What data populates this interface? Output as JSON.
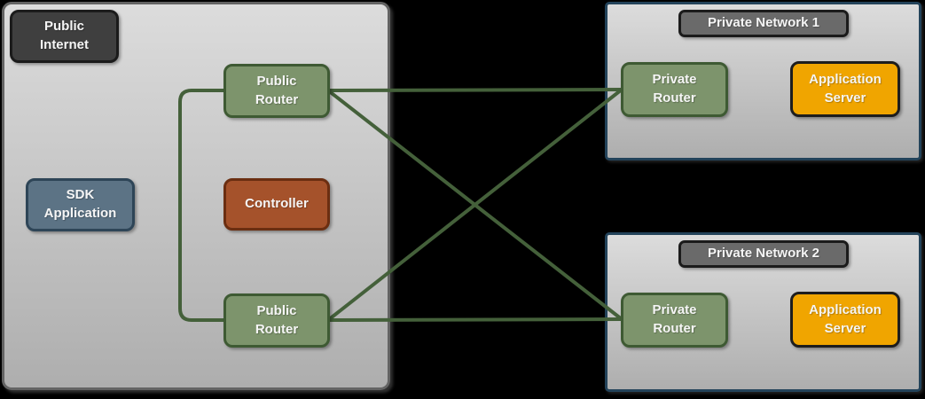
{
  "colors": {
    "background": "#000000",
    "container_fill_top": "#dcdcdc",
    "container_fill_bottom": "#aeaeae",
    "container_border": "#636363",
    "network_border": "#23435a",
    "label_fill": "#3f3f3f",
    "network_label_fill": "#6a6a6a",
    "label_border": "#1b1b1b",
    "router_fill": "#7d946c",
    "router_border": "#3e5a33",
    "controller_fill": "#a5522b",
    "controller_border": "#6b2e11",
    "sdk_fill": "#5c7385",
    "sdk_border": "#2e4557",
    "server_fill": "#f0a500",
    "server_border": "#1d1d1d",
    "link": "#44603a",
    "text": "#f5f5f5"
  },
  "public_internet": {
    "label": [
      "Public",
      "Internet"
    ],
    "nodes": {
      "sdk_application": [
        "SDK",
        "Application"
      ],
      "public_router_top": [
        "Public",
        "Router"
      ],
      "controller": [
        "Controller"
      ],
      "public_router_bottom": [
        "Public",
        "Router"
      ]
    }
  },
  "private_network_1": {
    "label": "Private Network 1",
    "nodes": {
      "private_router": [
        "Private",
        "Router"
      ],
      "application_server": [
        "Application",
        "Server"
      ]
    }
  },
  "private_network_2": {
    "label": "Private Network 2",
    "nodes": {
      "private_router": [
        "Private",
        "Router"
      ],
      "application_server": [
        "Application",
        "Server"
      ]
    }
  },
  "edges": [
    {
      "id": "public-router-top-to-public-router-bottom",
      "type": "bracket",
      "from": "public-router-top",
      "to": "public-router-bottom"
    },
    {
      "id": "public-router-top-to-private-router-1",
      "type": "line",
      "from": "public-router-top",
      "to": "private-router-1"
    },
    {
      "id": "public-router-top-to-private-router-2",
      "type": "line",
      "from": "public-router-top",
      "to": "private-router-2"
    },
    {
      "id": "public-router-bottom-to-private-router-1",
      "type": "line",
      "from": "public-router-bottom",
      "to": "private-router-1"
    },
    {
      "id": "public-router-bottom-to-private-router-2",
      "type": "line",
      "from": "public-router-bottom",
      "to": "private-router-2"
    }
  ]
}
